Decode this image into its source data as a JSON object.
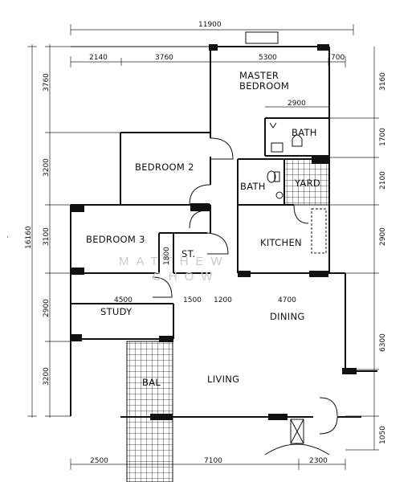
{
  "rooms": {
    "master_line1": "MASTER",
    "master_line2": "BEDROOM",
    "bath_upper": "BATH",
    "bedroom2": "BEDROOM 2",
    "bath_lower": "BATH",
    "yard": "YARD",
    "bedroom3": "BEDROOM 3",
    "store": "ST.",
    "kitchen": "KITCHEN",
    "study": "STUDY",
    "dining": "DINING",
    "living": "LIVING",
    "balcony": "BAL"
  },
  "dimensions": {
    "top_overall": "11900",
    "top_1": "2140",
    "top_2": "3760",
    "top_3": "5300",
    "top_4": "700",
    "inner_2900": "2900",
    "mid_4500": "4500",
    "mid_1500": "1500",
    "mid_1200": "1200",
    "mid_4700": "4700",
    "store_1800": "1800",
    "bottom_1": "2500",
    "bottom_2": "7100",
    "bottom_3": "2300",
    "left_1": "3760",
    "left_2": "3200",
    "left_3": "3100",
    "left_4": "2900",
    "left_5": "3200",
    "left_overall": "16160",
    "right_1": "3160",
    "right_2": "1700",
    "right_3": "2100",
    "right_4": "2900",
    "right_5": "6300",
    "right_6": "1050"
  },
  "watermark": {
    "line1": "MATTHEW",
    "line2": "CHOW"
  }
}
